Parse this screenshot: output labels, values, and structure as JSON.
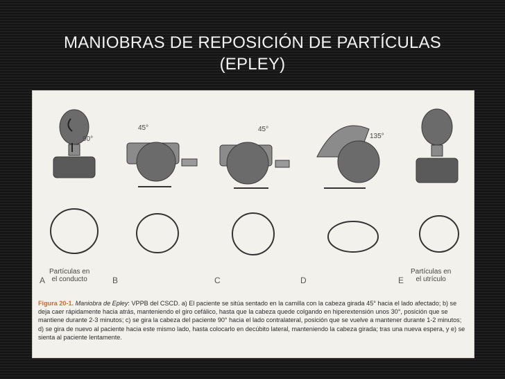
{
  "slide": {
    "title_line1": "MANIOBRAS DE REPOSICIÓN DE PARTÍCULAS",
    "title_line2": "(EPLEY)"
  },
  "figure": {
    "angles": [
      "90°",
      "45°",
      "45°",
      "135°"
    ],
    "arrow_label": "D",
    "panels": [
      "A",
      "B",
      "C",
      "D",
      "E"
    ],
    "label_conduct": [
      "Partículas en",
      "el conducto"
    ],
    "label_utricle": [
      "Partículas en",
      "el utrículo"
    ],
    "caption": {
      "figure_number": "Figura 20-1.",
      "figure_title": "Maniobra de Epley",
      "text": ": VPPB del CSCD. a) El paciente se sitúa sentado en la camilla con la cabeza girada 45° hacia el lado afectado; b) se deja caer rápidamente hacia atrás, manteniendo el giro cefálico, hasta que la cabeza quede colgando en hiperextensión unos 30°, posición que se mantiene durante 2-3 minutos; c) se gira la cabeza del paciente 90° hacia el lado contralateral, posición que se vuelve a mantener durante 1-2 minutos; d) se gira de nuevo al paciente hacia este mismo lado, hasta colocarlo en decúbito lateral, manteniendo la cabeza girada; tras una nueva espera, y e) se sienta al paciente lentamente."
    }
  }
}
